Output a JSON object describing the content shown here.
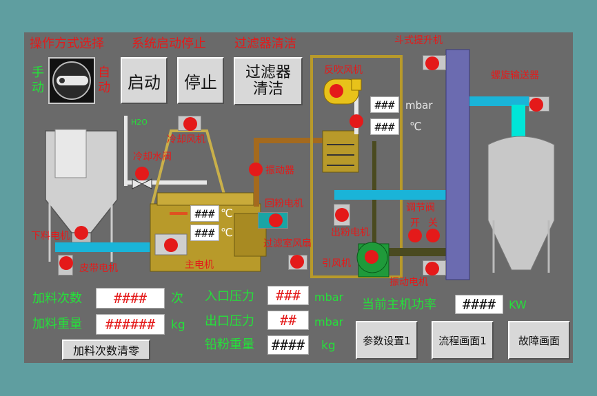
{
  "headers": {
    "operation_mode": "操作方式选择",
    "system_start_stop": "系统启动停止",
    "filter_clean": "过滤器清洁"
  },
  "mode_switch": {
    "manual_label": "手动",
    "auto_label": "自动"
  },
  "buttons": {
    "start": "启动",
    "stop": "停止",
    "filter_clean_line1": "过滤器",
    "filter_clean_line2": "清洁",
    "reset_feed_count": "加料次数清零",
    "param_settings": "参数设置1",
    "process_screen": "流程画面1",
    "fault_screen": "故障画面"
  },
  "equipment_labels": {
    "bucket_elevator": "斗式提升机",
    "screw_conveyor": "螺旋输送器",
    "blowback_fan": "反吹风机",
    "cooling_fan": "冷却风机",
    "cooling_valve": "冷却水阀",
    "h2o": "H2O",
    "vibrator": "振动器",
    "powder_return_motor": "回粉电机",
    "powder_out_motor": "出粉电机",
    "control_valve": "调节阀",
    "valve_open": "开",
    "valve_close": "关",
    "discharge_motor": "下料电机",
    "belt_motor": "皮带电机",
    "main_motor": "主电机",
    "filter_chamber_fan": "过滤室风扇",
    "induced_fan": "引风机",
    "vibration_motor": "振动电机"
  },
  "readouts": {
    "filter_pressure": "###",
    "filter_pressure_unit": "mbar",
    "filter_temp": "###",
    "filter_temp_unit": "℃",
    "reactor_temp1": "###",
    "reactor_temp1_unit": "℃",
    "reactor_temp2": "###",
    "reactor_temp2_unit": "℃"
  },
  "stats": {
    "feed_count_label": "加料次数",
    "feed_count_value": "####",
    "feed_count_unit": "次",
    "feed_weight_label": "加料重量",
    "feed_weight_value": "######",
    "feed_weight_unit": "kg",
    "inlet_pressure_label": "入口压力",
    "inlet_pressure_value": "###",
    "inlet_pressure_unit": "mbar",
    "outlet_pressure_label": "出口压力",
    "outlet_pressure_value": "##",
    "outlet_pressure_unit": "mbar",
    "lead_weight_label": "铅粉重量",
    "lead_weight_value": "####",
    "lead_weight_unit": "kg",
    "main_power_label": "当前主机功率",
    "main_power_value": "####",
    "main_power_unit": "KW"
  },
  "colors": {
    "background": "#5f9ea0",
    "panel": "#6a6a6a",
    "alarm_red": "#e41a1a",
    "label_green": "#25e03a",
    "pipe_cyan": "#1ab4d8",
    "pipe_brown": "#a46a1e",
    "machine_gold": "#b89a2a",
    "elevator_purple": "#6b6bb0",
    "tank_silver": "#c8c8c8",
    "fan_green": "#1f9a3a"
  }
}
